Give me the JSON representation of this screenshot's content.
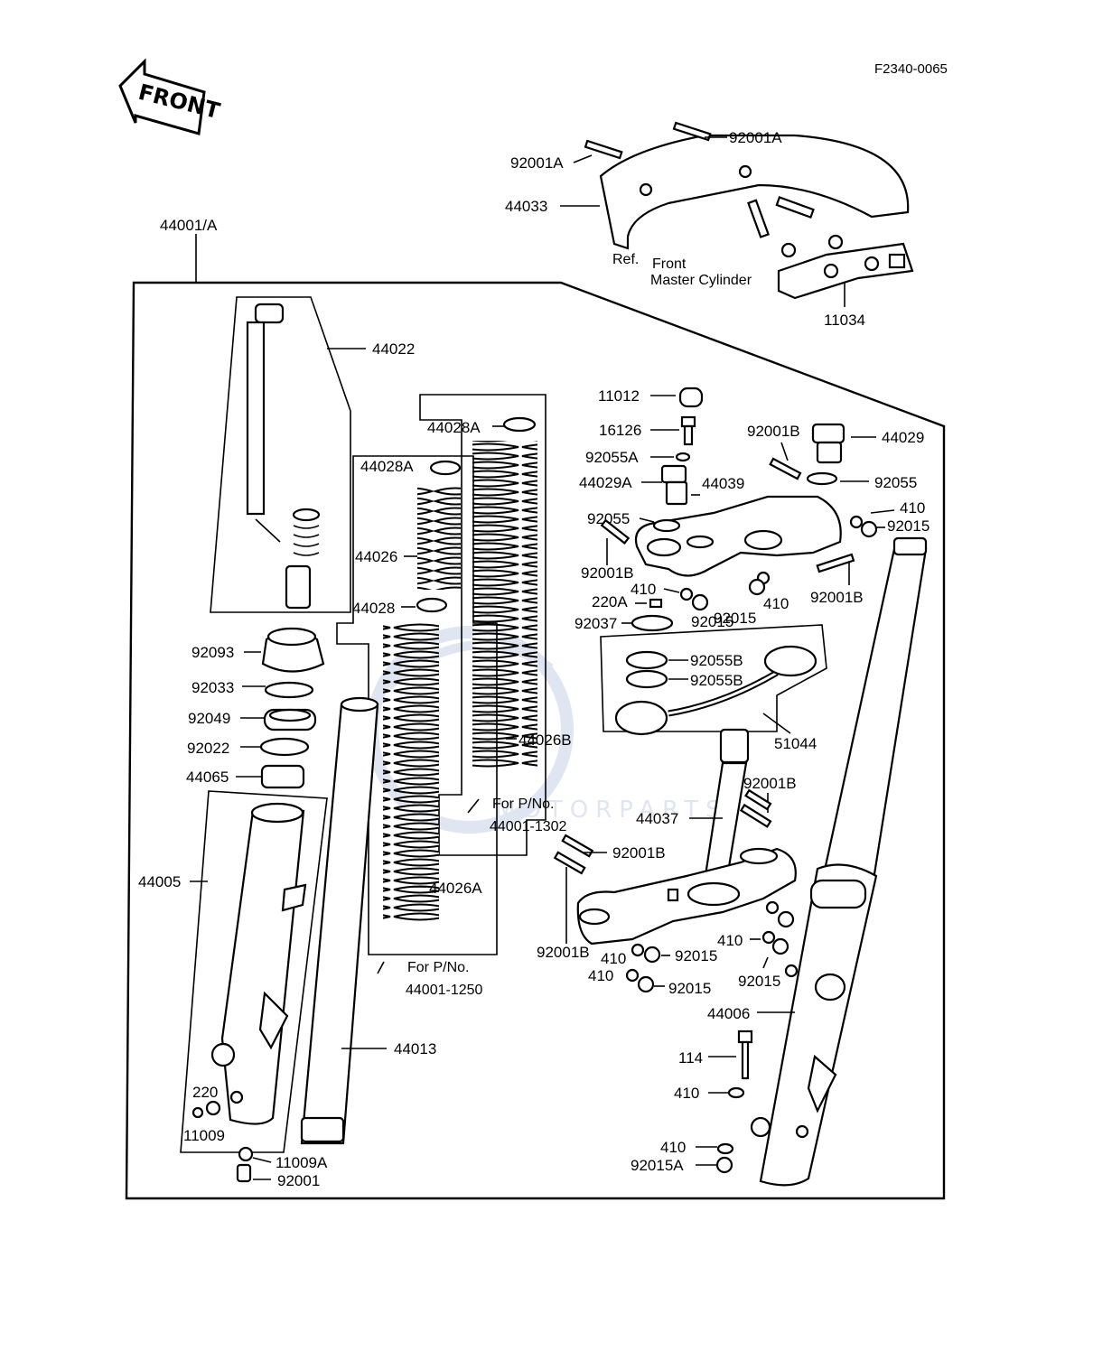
{
  "diagram_code": "F2340-0065",
  "front_arrow": {
    "text": "FRONT",
    "icon": "front-arrow-icon"
  },
  "watermark": {
    "logo": "OEM",
    "text": "MOTORPARTS",
    "color": "#c6d2e6"
  },
  "labels": {
    "l44001A": "44001/A",
    "l44022": "44022",
    "l92001A_1": "92001A",
    "l92001A_2": "92001A",
    "l44033": "44033",
    "ref": "Ref.",
    "front_mc_1": "Front",
    "front_mc_2": "Master Cylinder",
    "l11034": "11034",
    "l11012": "11012",
    "l16126": "16126",
    "l92055A": "92055A",
    "l44029A": "44029A",
    "l44039": "44039",
    "l92001B_a": "92001B",
    "l44029": "44029",
    "l92055_r": "92055",
    "l410_a": "410",
    "l92015_a": "92015",
    "l92055_l": "92055",
    "l92001B_b": "92001B",
    "l92001B_c": "92001B",
    "l410_b": "410",
    "l220A": "220A",
    "l410_c": "410",
    "l92015_b": "92015",
    "l92037": "92037",
    "l92015_c": "92015",
    "l92055B_1": "92055B",
    "l92055B_2": "92055B",
    "l51044": "51044",
    "l44028A_r": "44028A",
    "l44028A_l": "44028A",
    "l44026": "44026",
    "l44028": "44028",
    "l44026B": "44026B",
    "for_pno_1": "For P/No.",
    "pno_1302": "44001-1302",
    "l44026A": "44026A",
    "for_pno_2": "For P/No.",
    "pno_1250": "44001-1250",
    "l92093": "92093",
    "l92033": "92033",
    "l92049": "92049",
    "l92022": "92022",
    "l44065": "44065",
    "l44005": "44005",
    "l44013": "44013",
    "l220": "220",
    "l11009": "11009",
    "l11009A": "11009A",
    "l92001": "92001",
    "l92001B_d": "92001B",
    "l44037": "44037",
    "l92001B_e": "92001B",
    "l92001B_f": "92001B",
    "l410_d": "410",
    "l92015_d": "92015",
    "l410_e": "410",
    "l92015_e": "92015",
    "l410_f": "410",
    "l92015_f": "92015",
    "l44006": "44006",
    "l114": "114",
    "l410_g": "410",
    "l410_h": "410",
    "l92015A": "92015A"
  }
}
